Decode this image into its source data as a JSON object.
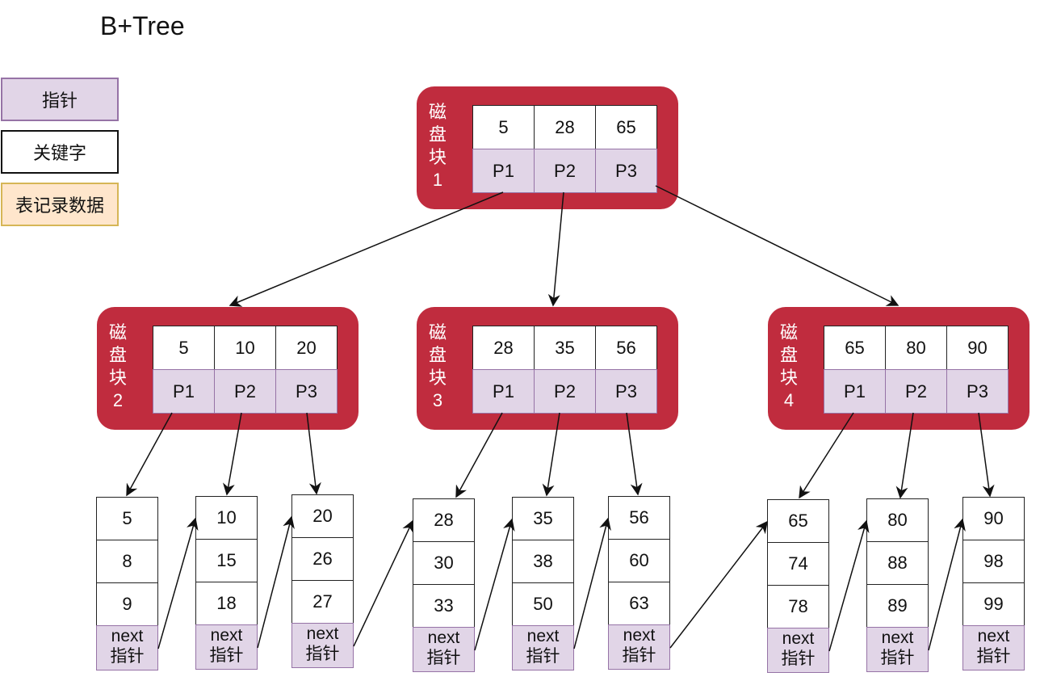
{
  "title": "B+Tree",
  "legend": [
    {
      "label": "指针",
      "bg": "#e1d5e7",
      "border": "#9673a6"
    },
    {
      "label": "关键字",
      "bg": "#ffffff",
      "border": "#111111"
    },
    {
      "label": "表记录数据",
      "bg": "#ffe6cc",
      "border": "#d6b656"
    }
  ],
  "internal_nodes": [
    {
      "label": [
        "磁",
        "盘",
        "块",
        "1"
      ],
      "keys": [
        "5",
        "28",
        "65"
      ],
      "pointers": [
        "P1",
        "P2",
        "P3"
      ]
    },
    {
      "label": [
        "磁",
        "盘",
        "块",
        "2"
      ],
      "keys": [
        "5",
        "10",
        "20"
      ],
      "pointers": [
        "P1",
        "P2",
        "P3"
      ]
    },
    {
      "label": [
        "磁",
        "盘",
        "块",
        "3"
      ],
      "keys": [
        "28",
        "35",
        "56"
      ],
      "pointers": [
        "P1",
        "P2",
        "P3"
      ]
    },
    {
      "label": [
        "磁",
        "盘",
        "块",
        "4"
      ],
      "keys": [
        "65",
        "80",
        "90"
      ],
      "pointers": [
        "P1",
        "P2",
        "P3"
      ]
    }
  ],
  "leaves": [
    {
      "keys": [
        "5",
        "8",
        "9"
      ]
    },
    {
      "keys": [
        "10",
        "15",
        "18"
      ]
    },
    {
      "keys": [
        "20",
        "26",
        "27"
      ]
    },
    {
      "keys": [
        "28",
        "30",
        "33"
      ]
    },
    {
      "keys": [
        "35",
        "38",
        "50"
      ]
    },
    {
      "keys": [
        "56",
        "60",
        "63"
      ]
    },
    {
      "keys": [
        "65",
        "74",
        "78"
      ]
    },
    {
      "keys": [
        "80",
        "88",
        "89"
      ]
    },
    {
      "keys": [
        "90",
        "98",
        "99"
      ]
    }
  ],
  "next_label": [
    "next",
    "指针"
  ],
  "colors": {
    "disk": "#c02c3e",
    "pointer": "#e1d5e7"
  }
}
